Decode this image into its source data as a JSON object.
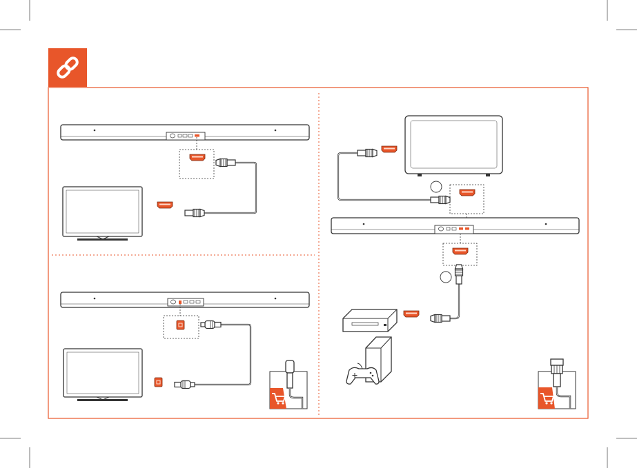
{
  "title": "",
  "colors": {
    "accent": "#E8562A",
    "line": "#3a3a3a",
    "frame": "#E8562A",
    "crop": "#555555",
    "panel_divider": "#E8562A"
  },
  "header_icon": "link-icon",
  "panels": [
    {
      "id": "hdmi-arc-tv",
      "devices": [
        "soundbar",
        "tv",
        "hdmi-cable"
      ],
      "connector": "hdmi"
    },
    {
      "id": "optical-tv",
      "devices": [
        "soundbar",
        "tv",
        "optical-cable"
      ],
      "connector": "optical",
      "purchase_badge": "shopping-cart-icon"
    },
    {
      "id": "hdmi-in-passthrough",
      "devices": [
        "tv",
        "soundbar",
        "set-top-box",
        "game-console",
        "hdmi-cable"
      ],
      "connector": "hdmi",
      "purchase_badge": "shopping-cart-icon"
    }
  ]
}
